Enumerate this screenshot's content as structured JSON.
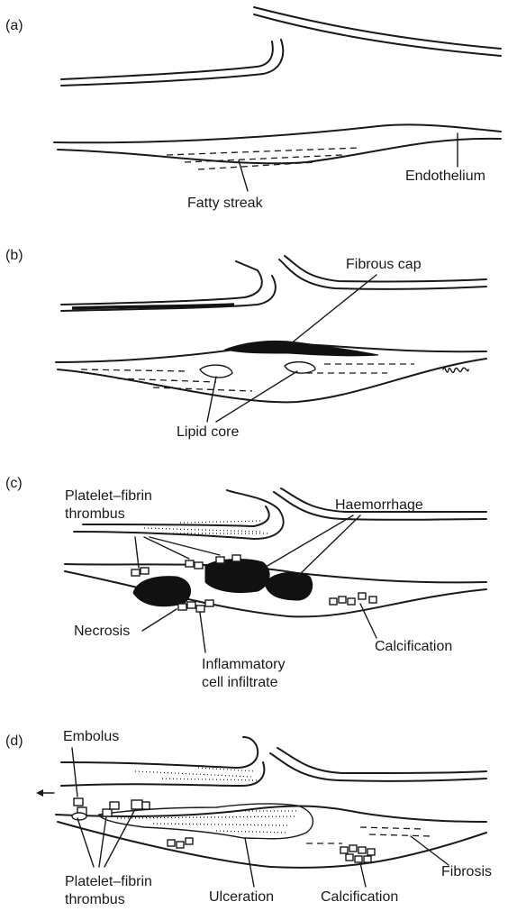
{
  "panels": {
    "a": {
      "letter": "(a)",
      "labels": {
        "fatty_streak": "Fatty streak",
        "endothelium": "Endothelium"
      }
    },
    "b": {
      "letter": "(b)",
      "labels": {
        "fibrous_cap": "Fibrous cap",
        "lipid_core": "Lipid core"
      }
    },
    "c": {
      "letter": "(c)",
      "labels": {
        "platelet_fibrin_1": "Platelet–fibrin",
        "platelet_fibrin_2": "thrombus",
        "haemorrhage": "Haemorrhage",
        "necrosis": "Necrosis",
        "calcification": "Calcification",
        "inflammatory_1": "Inflammatory",
        "inflammatory_2": "cell infiltrate"
      }
    },
    "d": {
      "letter": "(d)",
      "labels": {
        "embolus": "Embolus",
        "platelet_fibrin_1": "Platelet–fibrin",
        "platelet_fibrin_2": "thrombus",
        "ulceration": "Ulceration",
        "calcification": "Calcification",
        "fibrosis": "Fibrosis"
      }
    }
  }
}
